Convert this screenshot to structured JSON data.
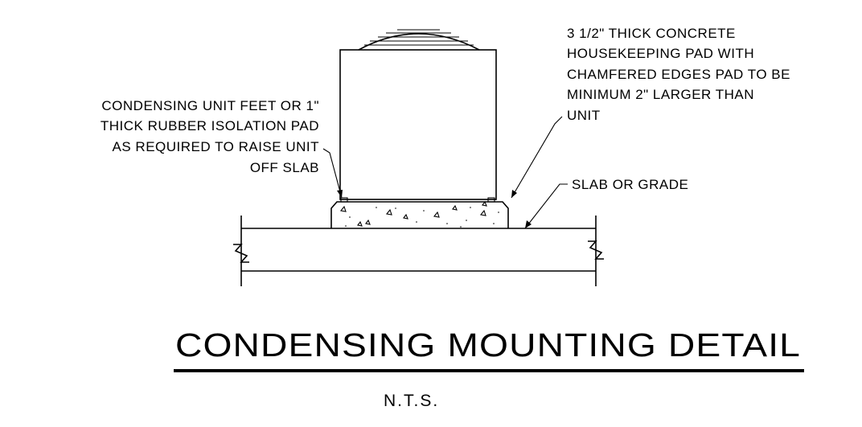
{
  "notes": {
    "pad": [
      "3  1/2\" THICK CONCRETE",
      "HOUSEKEEPING PAD WITH",
      "CHAMFERED EDGES PAD TO BE",
      "MINIMUM 2\" LARGER THAN",
      "UNIT"
    ],
    "feet": [
      "CONDENSING UNIT FEET OR 1\"",
      "THICK RUBBER ISOLATION PAD",
      "AS REQUIRED TO RAISE UNIT",
      "OFF SLAB"
    ],
    "slab": "SLAB OR GRADE"
  },
  "title": "CONDENSING MOUNTING DETAIL",
  "scale": "N.T.S."
}
